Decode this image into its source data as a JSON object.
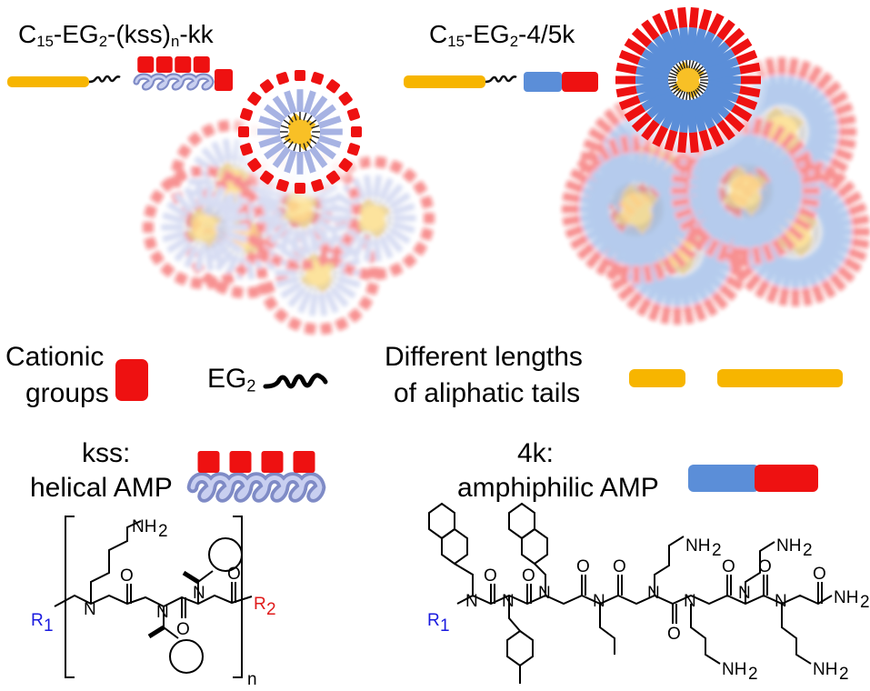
{
  "left_title": {
    "prefix": "C",
    "sub1": "15",
    "mid1": "-EG",
    "sub2": "2",
    "mid2": "-(kss)",
    "sub3": "n",
    "suffix": "-kk"
  },
  "right_title": {
    "prefix": "C",
    "sub1": "15",
    "mid1": "-EG",
    "sub2": "2",
    "suffix": "-4/5k"
  },
  "legend": {
    "cationic_line1": "Cationic",
    "cationic_line2": "groups",
    "eg_label": "EG",
    "eg_sub": "2",
    "tails_line1": "Different lengths",
    "tails_line2": "of aliphatic tails"
  },
  "kss": {
    "line1": "kss:",
    "line2": "helical AMP"
  },
  "fourk": {
    "line1": "4k:",
    "line2": "amphiphilic AMP"
  },
  "chem_labels": {
    "nh2": "NH",
    "nh2_sub": "2",
    "n": "N",
    "o": "O",
    "r": "R",
    "r1_sub": "1",
    "r2_sub": "2",
    "repeat_n": "n"
  },
  "colors": {
    "cationic": "#ee1111",
    "tail": "#f7b500",
    "helix": "#a7b3e3",
    "hydrophobic_block": "#5b8ed8",
    "r1": "#1a1adf",
    "r2": "#e01a1a"
  }
}
